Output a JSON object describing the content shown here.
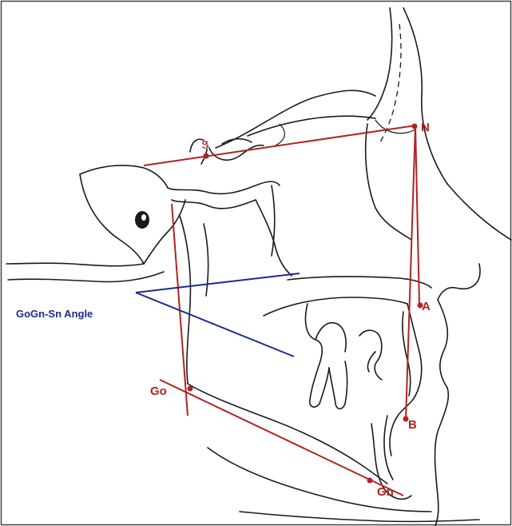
{
  "colors": {
    "landmark": "#b22222",
    "angle": "#1c2a8c",
    "outline": "#1a1a1a",
    "border": "#444444"
  },
  "landmarks": {
    "S": "S",
    "N": "N",
    "A": "A",
    "B": "B",
    "Go": "Go",
    "Gn": "Gn"
  },
  "angle_label": "GoGn-Sn Angle"
}
